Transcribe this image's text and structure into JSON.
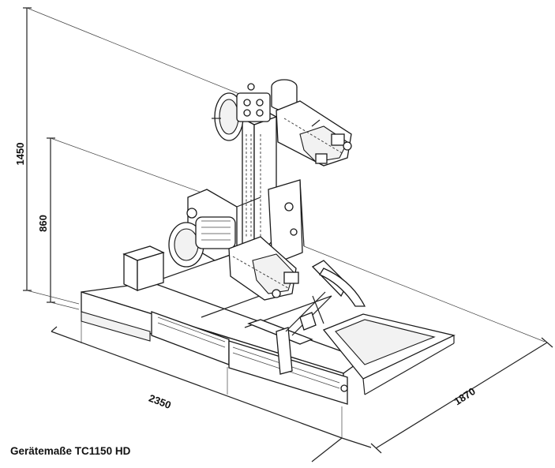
{
  "dimensions": {
    "height_total": "1450",
    "height_table": "860",
    "length": "2350",
    "width": "1870"
  },
  "caption": "Gerätemaße TC1150 HD"
}
